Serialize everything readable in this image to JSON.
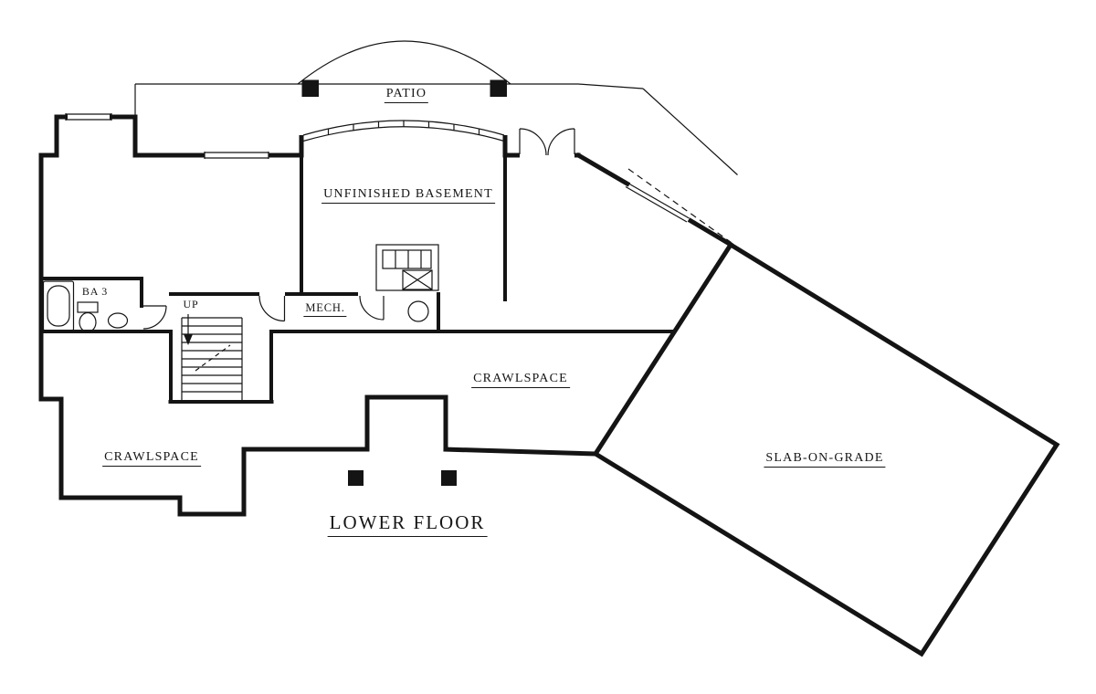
{
  "drawing": {
    "plan_title": "LOWER FLOOR",
    "labels": {
      "patio": "PATIO",
      "unfinished_basement": "UNFINISHED BASEMENT",
      "bath": "BA 3",
      "stairs_up": "UP",
      "mech": "MECH.",
      "crawlspace_right": "CRAWLSPACE",
      "crawlspace_left": "CRAWLSPACE",
      "slab_on_grade": "SLAB-ON-GRADE"
    },
    "colors": {
      "ink": "#141414",
      "background": "#ffffff"
    }
  }
}
